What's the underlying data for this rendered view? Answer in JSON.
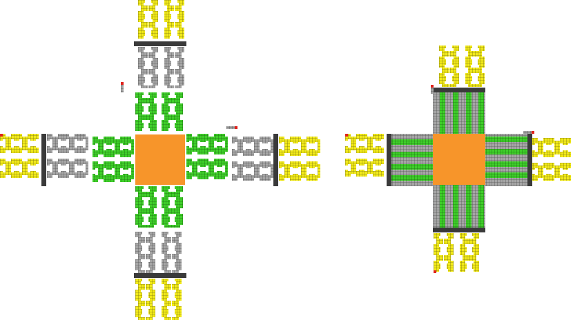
{
  "colors": {
    "background": "#ffffff",
    "hub": "#f7952a",
    "yellow": "#f2ea1a",
    "yellow_grid": "#7b7410",
    "green": "#3fcf2a",
    "green_grid": "#1c6a12",
    "gray": "#a6a6a6",
    "gray_grid": "#555555",
    "bar": "#3a3a3a",
    "marker_red": "#e0221c"
  },
  "diagrams": [
    {
      "name": "exploded-view",
      "arms": [
        "north",
        "south",
        "east",
        "west"
      ],
      "zones": [
        "yellow",
        "gray",
        "green"
      ],
      "hub": "orange"
    },
    {
      "name": "assembled-view",
      "arms": [
        "north",
        "south",
        "east",
        "west"
      ],
      "zones": [
        "yellow",
        "gray",
        "green"
      ],
      "hub": "orange"
    }
  ]
}
